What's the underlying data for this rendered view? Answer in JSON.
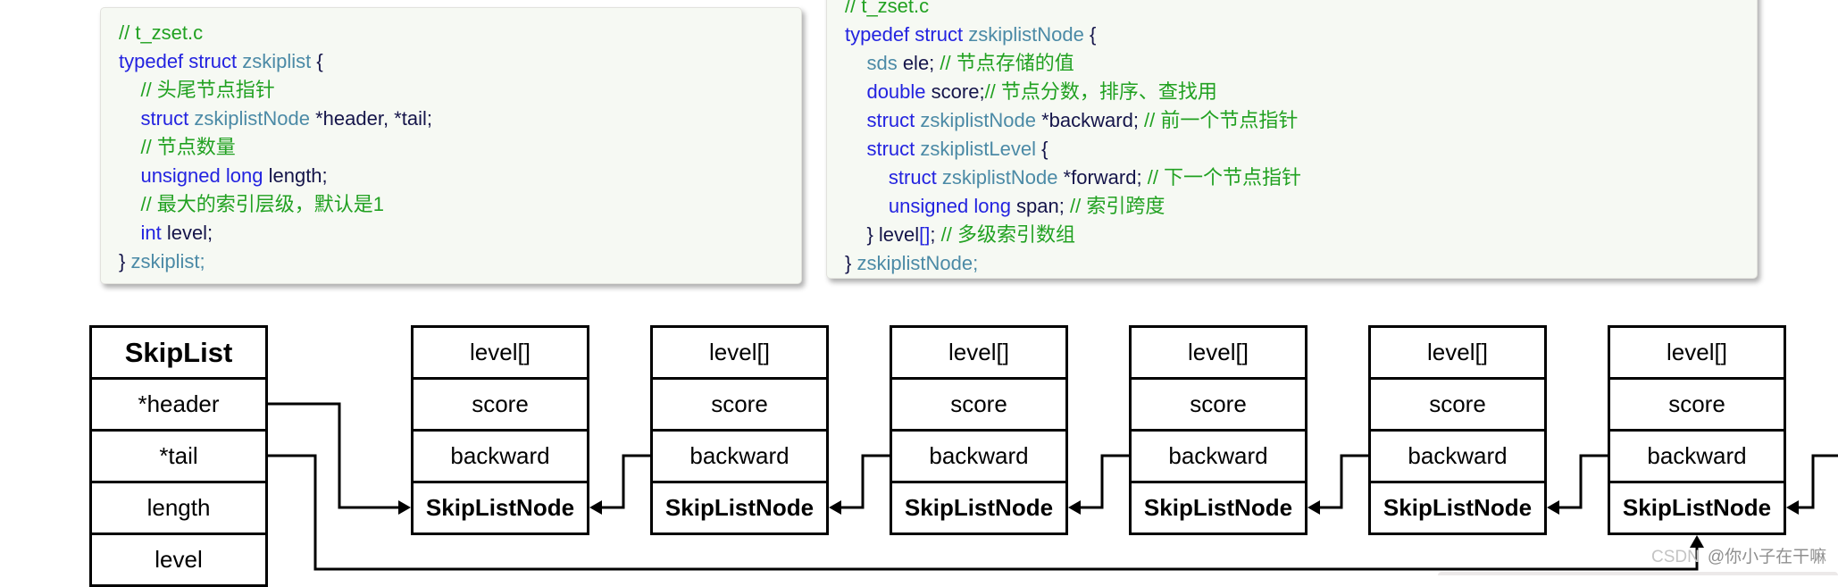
{
  "colors": {
    "comment": "#21a121",
    "keyword": "#2323e0",
    "type": "#4b8aa6",
    "plain": "#15154a",
    "code_bg": "#f6f9f3",
    "box_border": "#000000",
    "watermark_site": "#c4c4c4",
    "watermark_handle": "#8f8f8f"
  },
  "code_blocks": {
    "zskiplist": {
      "lines": [
        [
          [
            "c",
            "// t_zset.c"
          ]
        ],
        [
          [
            "k",
            "typedef"
          ],
          [
            "p",
            " "
          ],
          [
            "k",
            "struct"
          ],
          [
            "p",
            " "
          ],
          [
            "t",
            "zskiplist"
          ],
          [
            "p",
            " {"
          ]
        ],
        [
          [
            "p",
            "    "
          ],
          [
            "c",
            "// 头尾节点指针"
          ]
        ],
        [
          [
            "p",
            "    "
          ],
          [
            "k",
            "struct"
          ],
          [
            "p",
            " "
          ],
          [
            "t",
            "zskiplistNode"
          ],
          [
            "p",
            " *header, *tail;"
          ]
        ],
        [
          [
            "p",
            "    "
          ],
          [
            "c",
            "// 节点数量"
          ]
        ],
        [
          [
            "p",
            "    "
          ],
          [
            "k",
            "unsigned"
          ],
          [
            "p",
            " "
          ],
          [
            "k",
            "long"
          ],
          [
            "p",
            " length;"
          ]
        ],
        [
          [
            "p",
            "    "
          ],
          [
            "c",
            "// 最大的索引层级，默认是1"
          ]
        ],
        [
          [
            "p",
            "    "
          ],
          [
            "k",
            "int"
          ],
          [
            "p",
            " level;"
          ]
        ],
        [
          [
            "p",
            "} "
          ],
          [
            "t",
            "zskiplist;"
          ]
        ]
      ]
    },
    "zskiplistNode": {
      "lines": [
        [
          [
            "c",
            "// t_zset.c"
          ]
        ],
        [
          [
            "k",
            "typedef"
          ],
          [
            "p",
            " "
          ],
          [
            "k",
            "struct"
          ],
          [
            "p",
            " "
          ],
          [
            "t",
            "zskiplistNode"
          ],
          [
            "p",
            " {"
          ]
        ],
        [
          [
            "p",
            "    "
          ],
          [
            "t",
            "sds"
          ],
          [
            "p",
            " ele; "
          ],
          [
            "c",
            "// 节点存储的值"
          ]
        ],
        [
          [
            "p",
            "    "
          ],
          [
            "k",
            "double"
          ],
          [
            "p",
            " score;"
          ],
          [
            "c",
            "// 节点分数，排序、查找用"
          ]
        ],
        [
          [
            "p",
            "    "
          ],
          [
            "k",
            "struct"
          ],
          [
            "p",
            " "
          ],
          [
            "t",
            "zskiplistNode"
          ],
          [
            "p",
            " *backward; "
          ],
          [
            "c",
            "// 前一个节点指针"
          ]
        ],
        [
          [
            "p",
            "    "
          ],
          [
            "k",
            "struct"
          ],
          [
            "p",
            " "
          ],
          [
            "t",
            "zskiplistLevel"
          ],
          [
            "p",
            " {"
          ]
        ],
        [
          [
            "p",
            "        "
          ],
          [
            "k",
            "struct"
          ],
          [
            "p",
            " "
          ],
          [
            "t",
            "zskiplistNode"
          ],
          [
            "p",
            " *forward; "
          ],
          [
            "c",
            "// 下一个节点指针"
          ]
        ],
        [
          [
            "p",
            "        "
          ],
          [
            "k",
            "unsigned"
          ],
          [
            "p",
            " "
          ],
          [
            "k",
            "long"
          ],
          [
            "p",
            " span; "
          ],
          [
            "c",
            "// 索引跨度"
          ]
        ],
        [
          [
            "p",
            "    } level"
          ],
          [
            "k",
            "[]"
          ],
          [
            "p",
            "; "
          ],
          [
            "c",
            "// 多级索引数组"
          ]
        ],
        [
          [
            "p",
            "} "
          ],
          [
            "t",
            "zskiplistNode;"
          ]
        ]
      ]
    }
  },
  "diagram": {
    "skiplist_box": {
      "title": "SkipList",
      "fields": [
        "*header",
        "*tail",
        "length",
        "level"
      ]
    },
    "node_fields": [
      "level[]",
      "score",
      "backward"
    ],
    "node_label": "SkipListNode",
    "node_count": 6
  },
  "watermark": {
    "site": "CSDN",
    "handle": "@你小子在干嘛"
  }
}
